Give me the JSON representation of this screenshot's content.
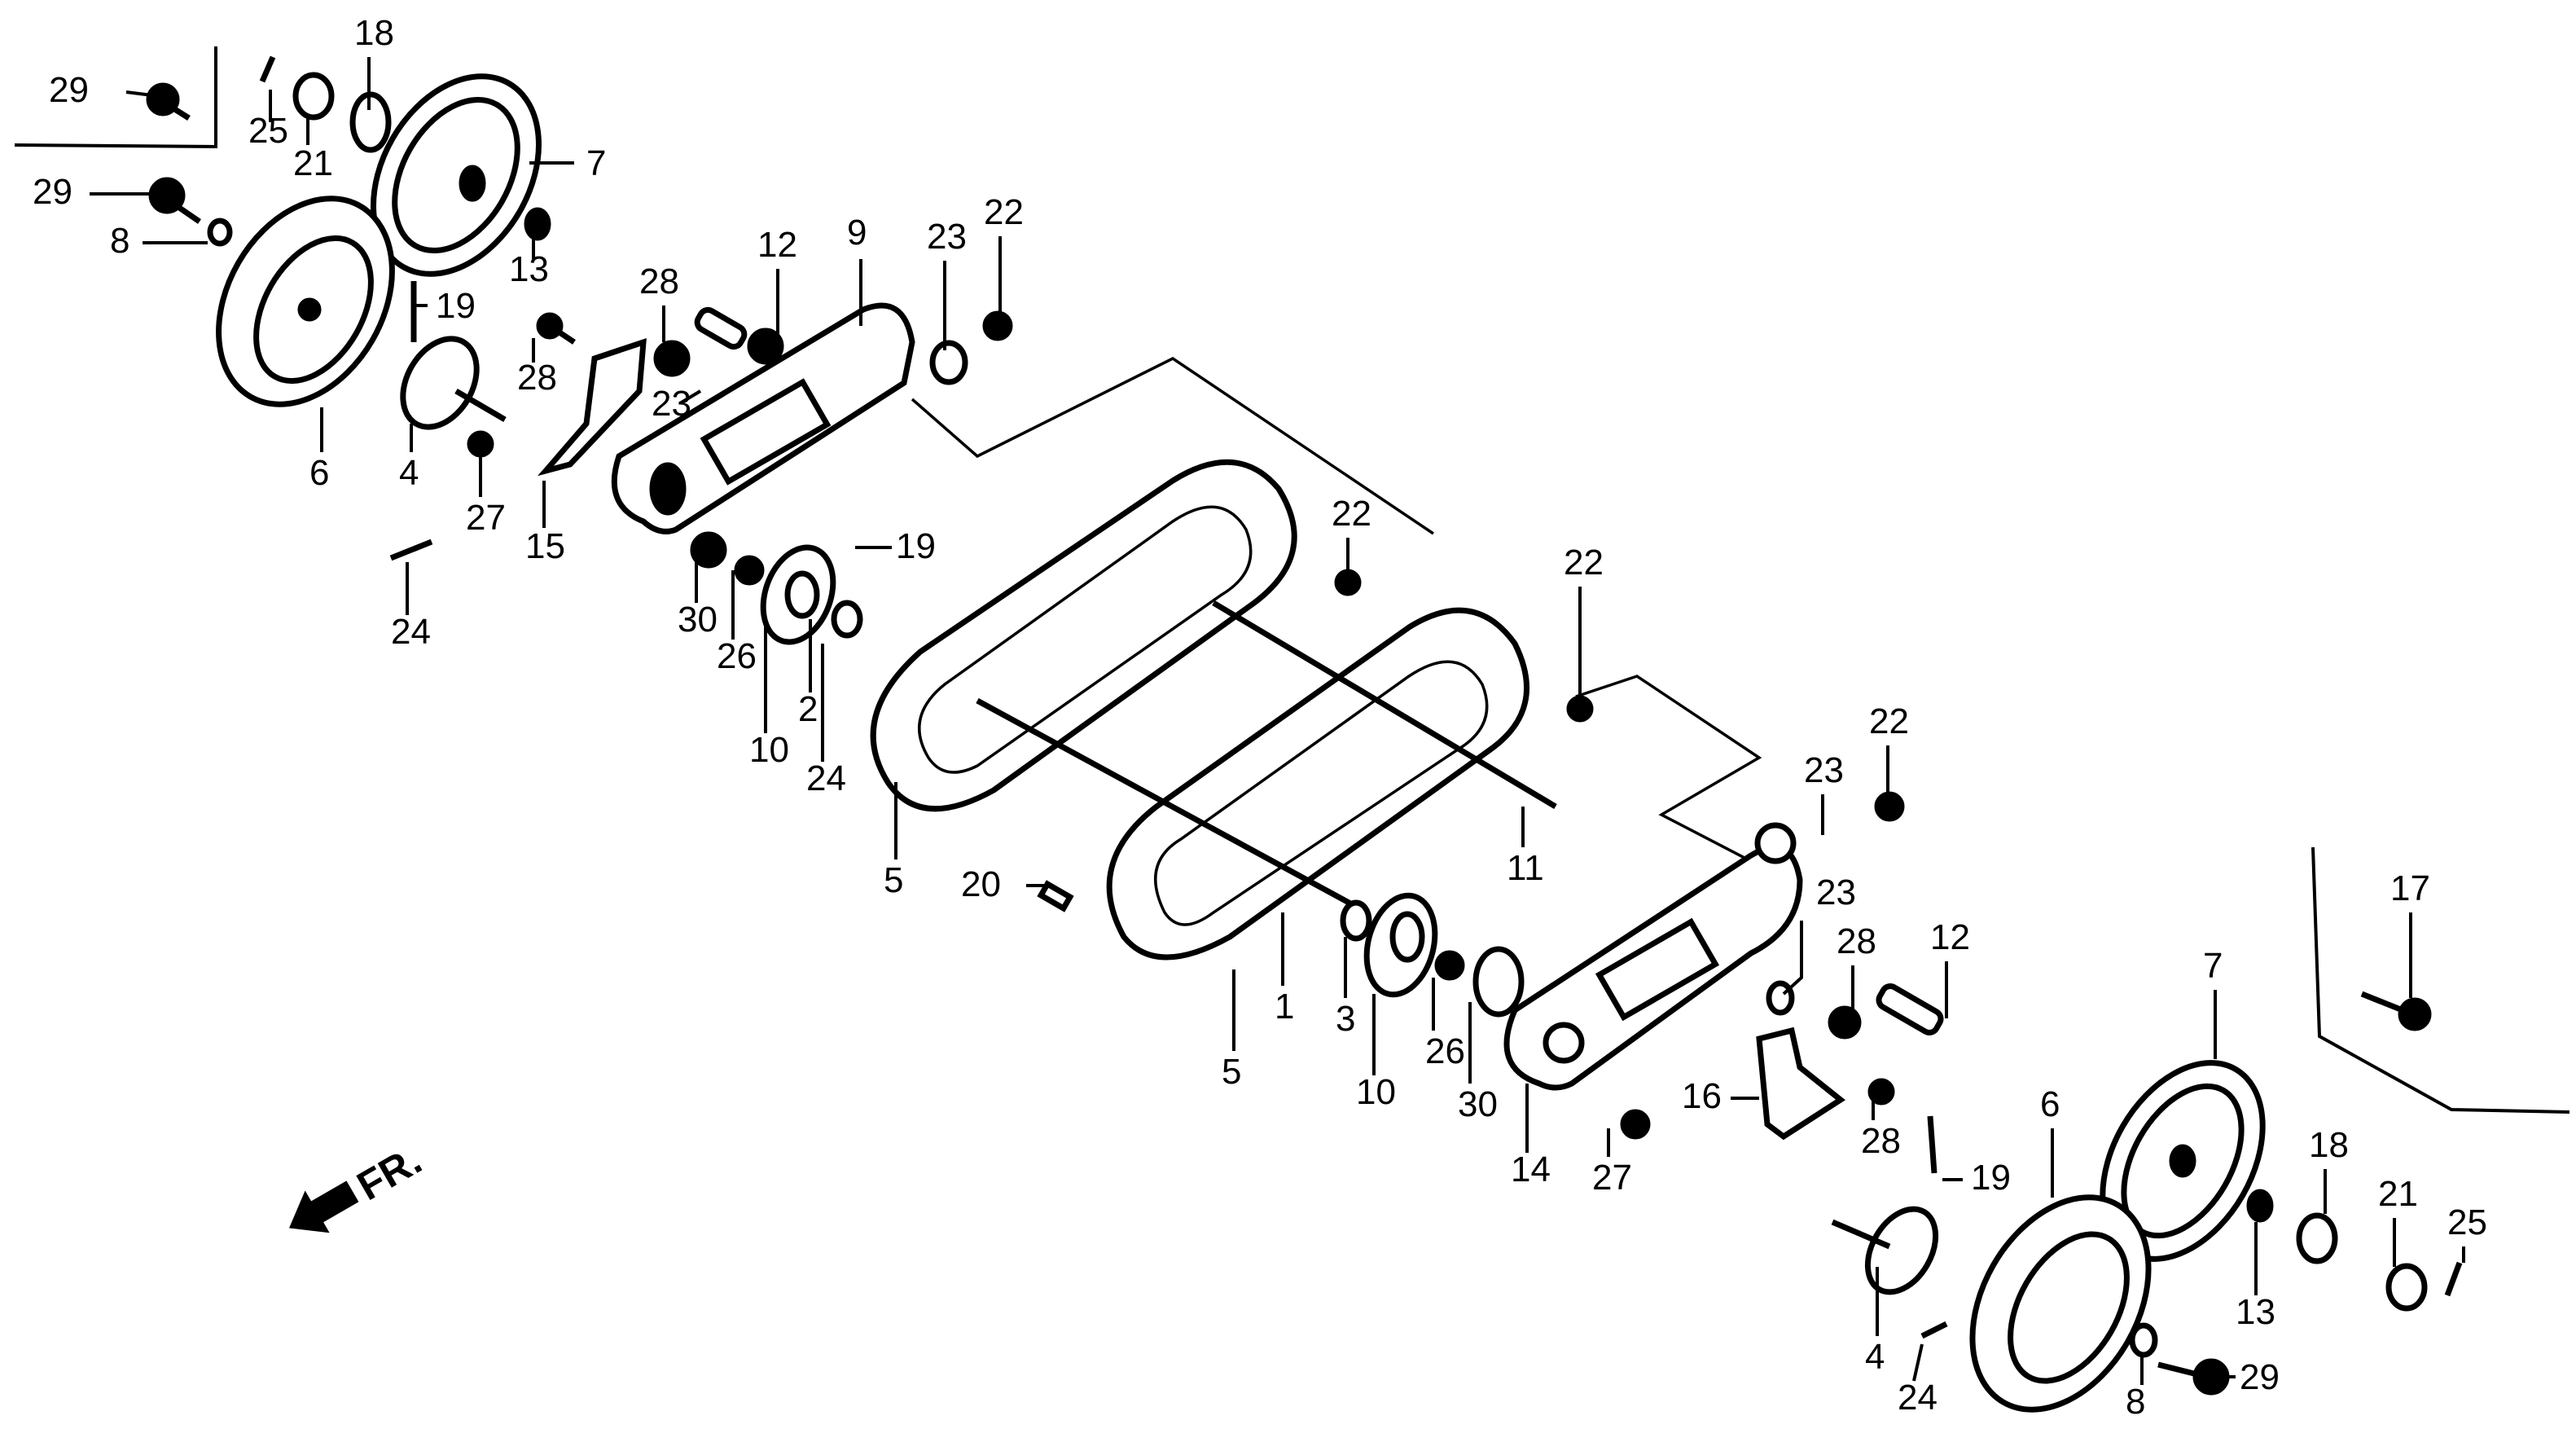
{
  "diagram": {
    "title": "Crawler track assembly exploded parts diagram",
    "direction_indicator": "FR.",
    "callouts": [
      {
        "id": "c29a",
        "label": "29",
        "part": "flange bolt (inset)"
      },
      {
        "id": "c25a",
        "label": "25",
        "part": "cotter pin"
      },
      {
        "id": "c21a",
        "label": "21",
        "part": "castle nut"
      },
      {
        "id": "c18a",
        "label": "18",
        "part": "washer"
      },
      {
        "id": "c7a",
        "label": "7",
        "part": "wheel plate"
      },
      {
        "id": "c29b",
        "label": "29",
        "part": "flange bolt"
      },
      {
        "id": "c8a",
        "label": "8",
        "part": "collar"
      },
      {
        "id": "c13a",
        "label": "13",
        "part": "nut"
      },
      {
        "id": "c19a",
        "label": "19",
        "part": "pin"
      },
      {
        "id": "c6a",
        "label": "6",
        "part": "sprocket wheel"
      },
      {
        "id": "c4a",
        "label": "4",
        "part": "hub shaft"
      },
      {
        "id": "c27a",
        "label": "27",
        "part": "bolt"
      },
      {
        "id": "c28a",
        "label": "28",
        "part": "bolt"
      },
      {
        "id": "c28b",
        "label": "28",
        "part": "bolt"
      },
      {
        "id": "c12a",
        "label": "12",
        "part": "tension bolt"
      },
      {
        "id": "c9",
        "label": "9",
        "part": "track frame, left"
      },
      {
        "id": "c23a",
        "label": "23",
        "part": "washer"
      },
      {
        "id": "c23b",
        "label": "23",
        "part": "washer"
      },
      {
        "id": "c22a",
        "label": "22",
        "part": "nut"
      },
      {
        "id": "c15",
        "label": "15",
        "part": "bracket"
      },
      {
        "id": "c24a",
        "label": "24",
        "part": "pin"
      },
      {
        "id": "c30a",
        "label": "30",
        "part": "bearing"
      },
      {
        "id": "c26a",
        "label": "26",
        "part": "seal"
      },
      {
        "id": "c10a",
        "label": "10",
        "part": "idler flange"
      },
      {
        "id": "c2",
        "label": "2",
        "part": "collar"
      },
      {
        "id": "c19b",
        "label": "19",
        "part": "pin"
      },
      {
        "id": "c24b",
        "label": "24",
        "part": "pin"
      },
      {
        "id": "c5a",
        "label": "5",
        "part": "crawler track"
      },
      {
        "id": "c22b",
        "label": "22",
        "part": "nut"
      },
      {
        "id": "c22c",
        "label": "22",
        "part": "nut"
      },
      {
        "id": "c11",
        "label": "11",
        "part": "axle shaft"
      },
      {
        "id": "c20",
        "label": "20",
        "part": "key"
      },
      {
        "id": "c1",
        "label": "1",
        "part": "shaft"
      },
      {
        "id": "c5b",
        "label": "5",
        "part": "crawler track"
      },
      {
        "id": "c3",
        "label": "3",
        "part": "collar"
      },
      {
        "id": "c10b",
        "label": "10",
        "part": "idler flange"
      },
      {
        "id": "c26b",
        "label": "26",
        "part": "seal"
      },
      {
        "id": "c30b",
        "label": "30",
        "part": "bearing"
      },
      {
        "id": "c14",
        "label": "14",
        "part": "track frame, right"
      },
      {
        "id": "c27b",
        "label": "27",
        "part": "bolt"
      },
      {
        "id": "c16",
        "label": "16",
        "part": "bracket"
      },
      {
        "id": "c22d",
        "label": "22",
        "part": "nut"
      },
      {
        "id": "c23c",
        "label": "23",
        "part": "washer"
      },
      {
        "id": "c23d",
        "label": "23",
        "part": "washer"
      },
      {
        "id": "c28c",
        "label": "28",
        "part": "bolt"
      },
      {
        "id": "c12b",
        "label": "12",
        "part": "tension bolt"
      },
      {
        "id": "c28d",
        "label": "28",
        "part": "bolt"
      },
      {
        "id": "c19c",
        "label": "19",
        "part": "pin"
      },
      {
        "id": "c17",
        "label": "17",
        "part": "bolt (inset)"
      },
      {
        "id": "c7b",
        "label": "7",
        "part": "wheel plate"
      },
      {
        "id": "c6b",
        "label": "6",
        "part": "sprocket wheel"
      },
      {
        "id": "c18b",
        "label": "18",
        "part": "washer"
      },
      {
        "id": "c13b",
        "label": "13",
        "part": "nut"
      },
      {
        "id": "c21b",
        "label": "21",
        "part": "castle nut"
      },
      {
        "id": "c25b",
        "label": "25",
        "part": "cotter pin"
      },
      {
        "id": "c4b",
        "label": "4",
        "part": "hub shaft"
      },
      {
        "id": "c24c",
        "label": "24",
        "part": "pin"
      },
      {
        "id": "c8b",
        "label": "8",
        "part": "collar"
      },
      {
        "id": "c29c",
        "label": "29",
        "part": "flange bolt"
      }
    ]
  }
}
